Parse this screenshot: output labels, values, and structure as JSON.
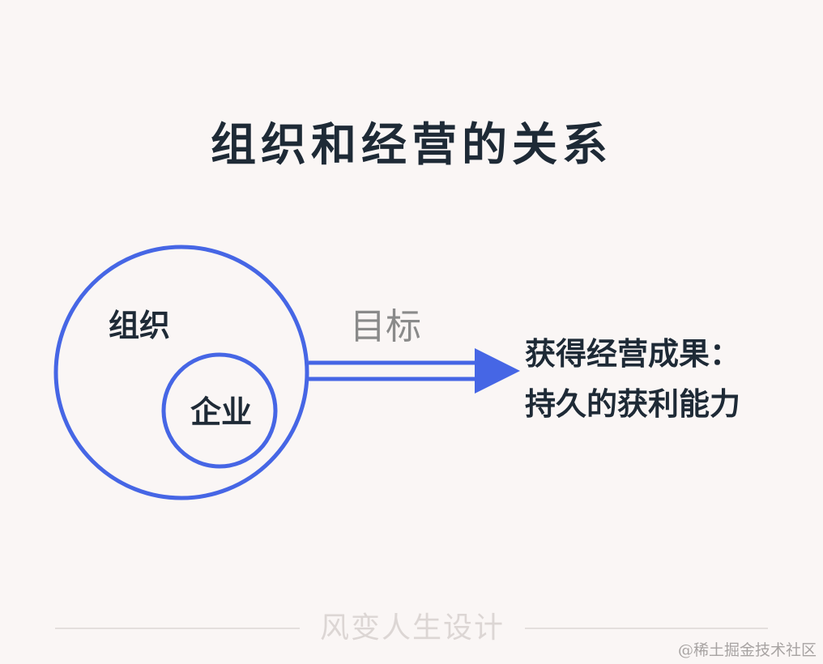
{
  "title": "组织和经营的关系",
  "diagram": {
    "outer_label": "组织",
    "inner_label": "企业",
    "arrow_label": "目标",
    "result_line1": "获得经营成果：",
    "result_line2": "持久的获利能力"
  },
  "footer": {
    "brand": "风变人生设计"
  },
  "watermark": "@稀土掘金技术社区",
  "colors": {
    "accent": "#4666e5",
    "text": "#1e2a36",
    "muted": "#8a8a8a",
    "background": "#faf6f5"
  }
}
